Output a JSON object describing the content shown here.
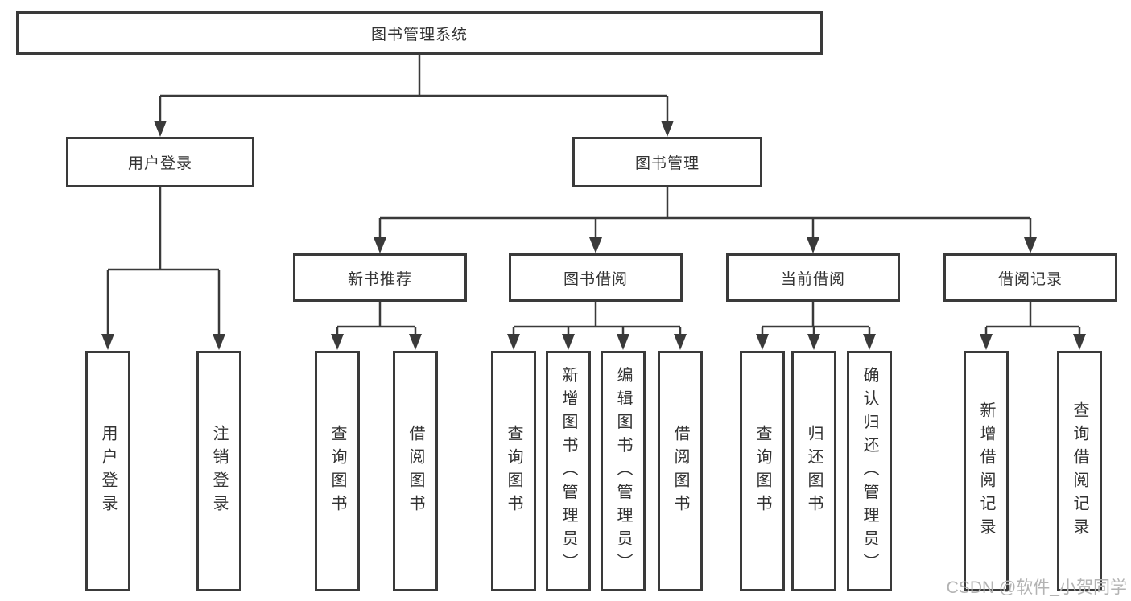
{
  "nodes": {
    "root": "图书管理系统",
    "user_login_group": "用户登录",
    "book_mgmt_group": "图书管理",
    "new_book_recommend": "新书推荐",
    "book_borrowing": "图书借阅",
    "current_borrowing": "当前借阅",
    "borrowing_records": "借阅记录",
    "leaf_user_login": "用户登录",
    "leaf_logout_login": "注销登录",
    "leaf_nb_query_books": "查询图书",
    "leaf_nb_borrow_books": "借阅图书",
    "leaf_bb_query_books": "查询图书",
    "leaf_bb_add_books": "新增图书（管理员）",
    "leaf_bb_edit_books": "编辑图书（管理员）",
    "leaf_bb_borrow_books": "借阅图书",
    "leaf_cb_query_books": "查询图书",
    "leaf_cb_return_books": "归还图书",
    "leaf_cb_confirm_return": "确认归还（管理员）",
    "leaf_br_add_record": "新增借阅记录",
    "leaf_br_query_record": "查询借阅记录"
  },
  "watermark": "CSDN @软件_小贺同学",
  "colors": {
    "line": "#3a3a3a",
    "border": "#3a3a3a",
    "text": "#333333",
    "watermark": "#b3b3b3",
    "background": "#ffffff"
  }
}
